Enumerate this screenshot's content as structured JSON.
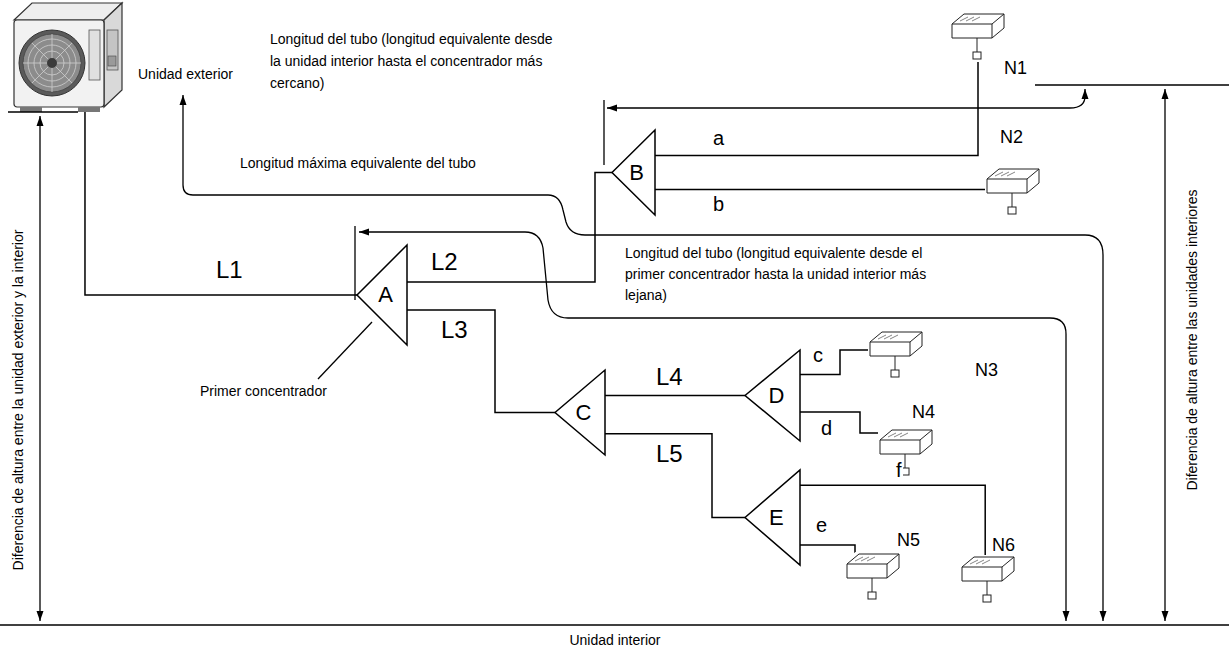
{
  "diagram": {
    "nodes": [
      {
        "text": [
          "Unidad exterior"
        ]
      },
      {
        "text": [
          "A"
        ]
      },
      {
        "text": [
          "B"
        ]
      },
      {
        "text": [
          "N1"
        ]
      },
      {
        "text": [
          "N2"
        ]
      },
      {
        "text": [
          "C"
        ]
      },
      {
        "text": [
          "D"
        ]
      },
      {
        "text": [
          "N3"
        ]
      },
      {
        "text": [
          "N4"
        ]
      },
      {
        "text": [
          "E"
        ]
      },
      {
        "text": [
          "N5"
        ]
      },
      {
        "text": [
          "N6"
        ]
      }
    ],
    "edges": [
      {
        "from": 0,
        "to": 1,
        "arrow": "none",
        "label": "L1"
      },
      {
        "from": 1,
        "to": 2,
        "arrow": "none",
        "label": "L2"
      },
      {
        "from": 2,
        "to": 3,
        "arrow": "none",
        "label": "a"
      },
      {
        "from": 2,
        "to": 4,
        "arrow": "none",
        "label": "b"
      },
      {
        "from": 1,
        "to": 5,
        "arrow": "none",
        "label": "L3"
      },
      {
        "from": 5,
        "to": 6,
        "arrow": "none",
        "label": "L4"
      },
      {
        "from": 6,
        "to": 7,
        "arrow": "none",
        "label": "c"
      },
      {
        "from": 6,
        "to": 8,
        "arrow": "none",
        "label": "d"
      },
      {
        "from": 5,
        "to": 9,
        "arrow": "none",
        "label": "L5"
      },
      {
        "from": 9,
        "to": 10,
        "arrow": "none",
        "label": "e"
      },
      {
        "from": 9,
        "to": 11,
        "arrow": "none",
        "label": "f"
      }
    ],
    "labels": [
      "Longitud del tubo (longitud equivalente desde la unidad interior hasta el concentrador más cercano)",
      "Longitud máxima equivalente del tubo",
      "Longitud del tubo (longitud equivalente desde el primer concentrador hasta la unidad interior más lejana)",
      "Primer concentrador",
      "Diferencia de altura entre la unidad exterior y la interior",
      "Diferencia de altura entre las unidades interiores",
      "Unidad interior"
    ]
  }
}
